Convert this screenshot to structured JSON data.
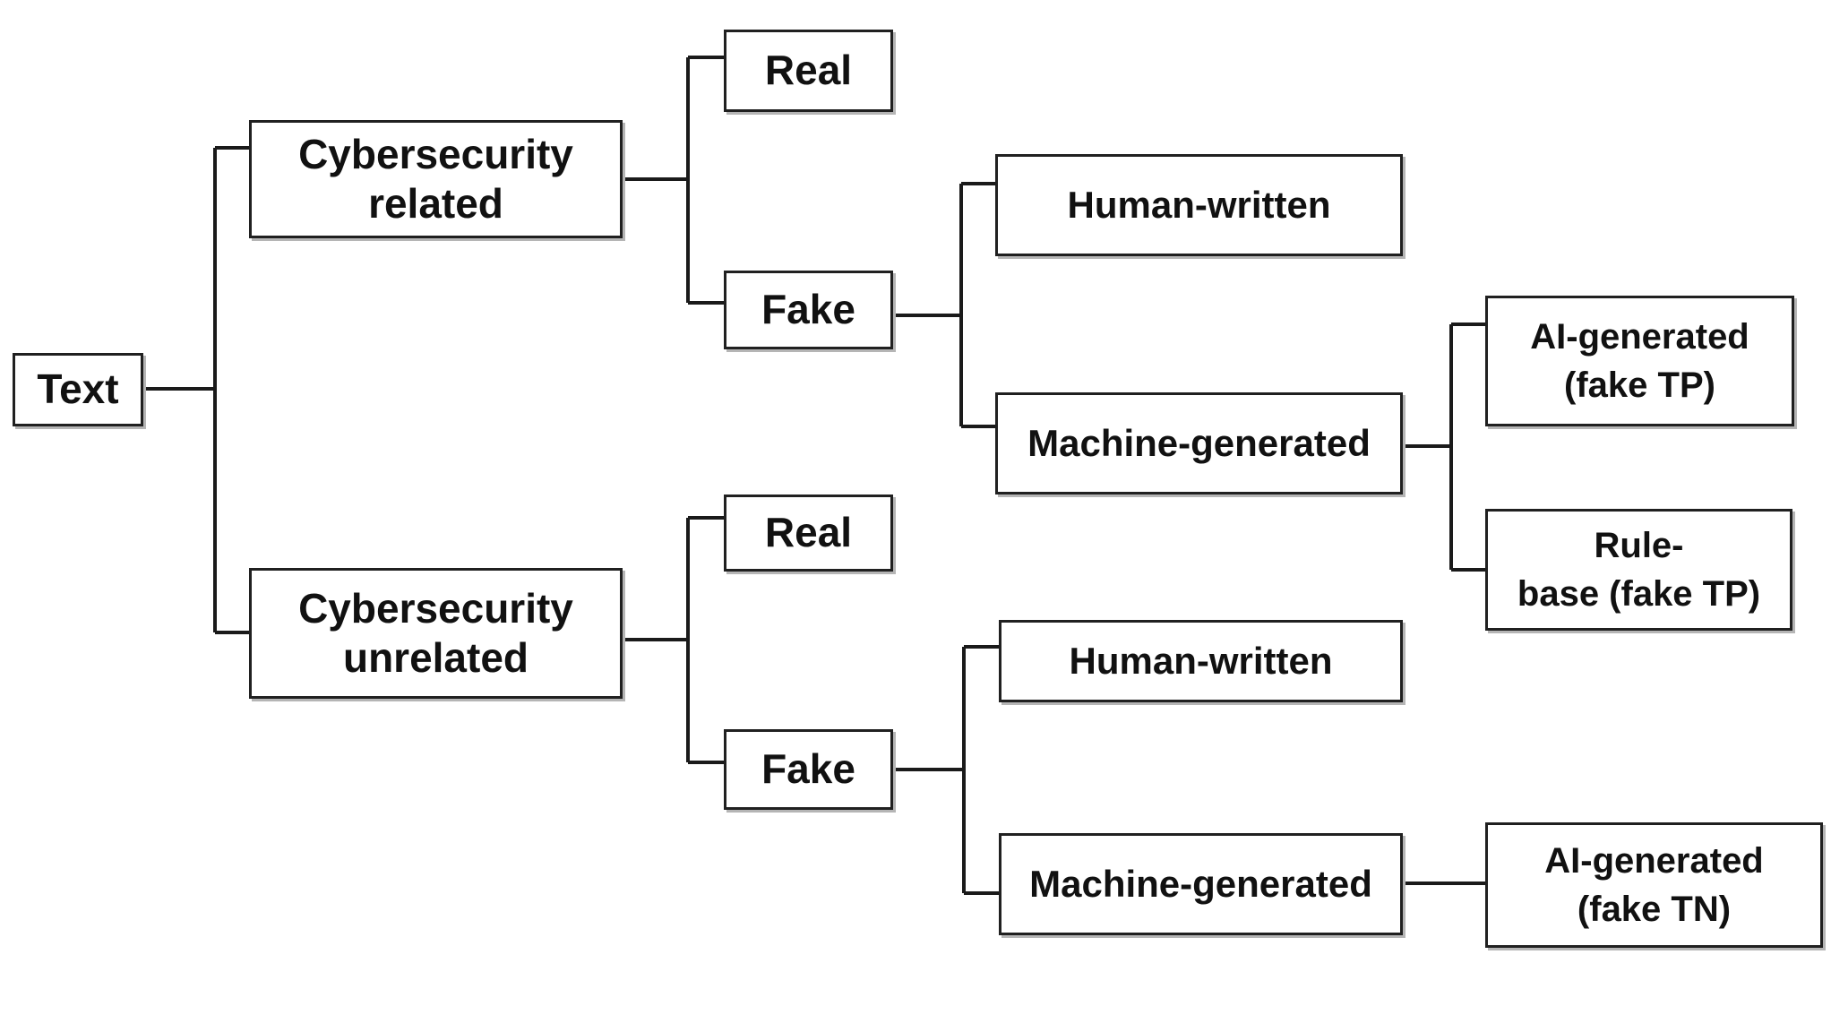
{
  "root": {
    "label": "Text",
    "children": [
      {
        "label": "Cybersecurity\nrelated",
        "children": [
          {
            "label": "Real"
          },
          {
            "label": "Fake",
            "children": [
              {
                "label": "Human-written"
              },
              {
                "label": "Machine-generated",
                "children": [
                  {
                    "label": "AI-generated\n(fake TP)"
                  },
                  {
                    "label": "Rule-\nbase (fake TP)"
                  }
                ]
              }
            ]
          }
        ]
      },
      {
        "label": "Cybersecurity\nunrelated",
        "children": [
          {
            "label": "Real"
          },
          {
            "label": "Fake",
            "children": [
              {
                "label": "Human-written"
              },
              {
                "label": "Machine-generated",
                "children": [
                  {
                    "label": "AI-generated\n(fake TN)"
                  }
                ]
              }
            ]
          }
        ]
      }
    ]
  }
}
